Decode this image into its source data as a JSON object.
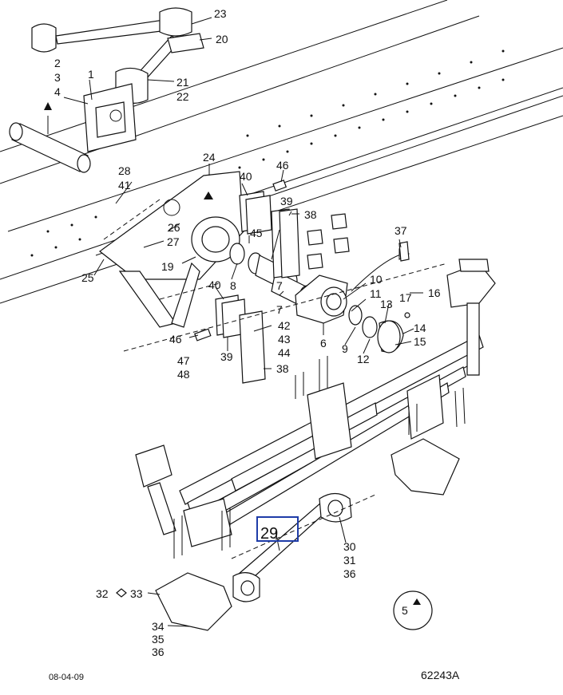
{
  "callouts": {
    "c23": "23",
    "c20": "20",
    "c2": "2",
    "c3": "3",
    "c4": "4",
    "c1": "1",
    "c21": "21",
    "c22": "22",
    "c24": "24",
    "c40a": "40",
    "c46a": "46",
    "c28": "28",
    "c41": "41",
    "c39a": "39",
    "c38a": "38",
    "c26": "26",
    "c27": "27",
    "c45": "45",
    "c19": "19",
    "c8": "8",
    "c7a": "7",
    "c7b": "7",
    "c37": "37",
    "c25": "25",
    "c10": "10",
    "c11": "11",
    "c17": "17",
    "c13": "13",
    "c16": "16",
    "c40b": "40",
    "c14": "14",
    "c15": "15",
    "c42": "42",
    "c43": "43",
    "c44": "44",
    "c46b": "46",
    "c6": "6",
    "c9": "9",
    "c12": "12",
    "c47": "47",
    "c48": "48",
    "c39b": "39",
    "c38b": "38",
    "c29": "29",
    "c30": "30",
    "c31": "31",
    "c36a": "36",
    "c32": "32",
    "c33": "33",
    "c34": "34",
    "c35": "35",
    "c36b": "36",
    "c5": "5"
  },
  "footer": {
    "date": "08-04-09",
    "drawing_number": "62243A"
  },
  "colors": {
    "ink": "#111111",
    "selection": "#1e3ca8"
  }
}
